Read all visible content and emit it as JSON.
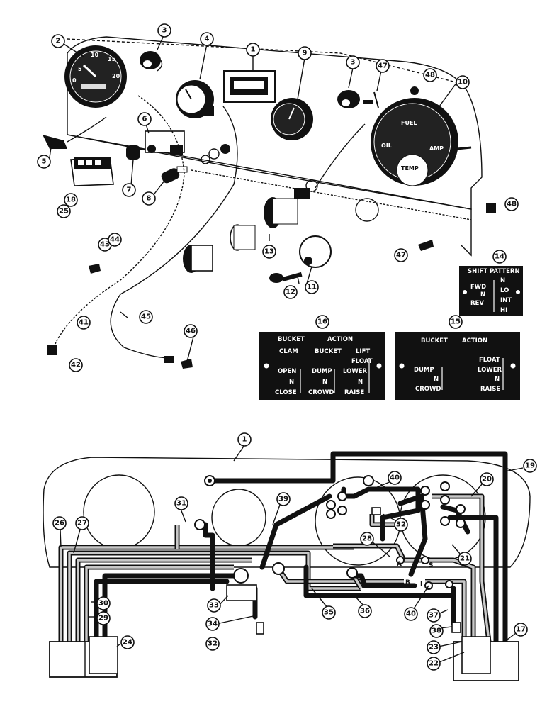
{
  "callouts": {
    "c1": "1",
    "c2": "2",
    "c3a": "3",
    "c3b": "3",
    "c4": "4",
    "c5": "5",
    "c6": "6",
    "c7": "7",
    "c8": "8",
    "c9": "9",
    "c10": "10",
    "c11": "11",
    "c12": "12",
    "c13": "13",
    "c14": "14",
    "c15": "15",
    "c16": "16",
    "c18": "18",
    "c25": "25",
    "c41": "41",
    "c42": "42",
    "c43": "43",
    "c44": "44",
    "c45": "45",
    "c46": "46",
    "c47a": "47",
    "c47b": "47",
    "c48a": "48",
    "c48b": "48",
    "b1": "1",
    "b17": "17",
    "b19": "19",
    "b20": "20",
    "b21": "21",
    "b22": "22",
    "b23": "23",
    "b24": "24",
    "b26": "26",
    "b27": "27",
    "b28": "28",
    "b29": "29",
    "b30": "30",
    "b31": "31",
    "b32a": "32",
    "b32b": "32",
    "b33": "33",
    "b34": "34",
    "b35": "35",
    "b36": "36",
    "b37": "37",
    "b38": "38",
    "b39": "39",
    "b40a": "40",
    "b40b": "40"
  },
  "gauges": {
    "fuel": "FUEL",
    "oil": "OIL",
    "amp": "AMP",
    "temp": "TEMP"
  },
  "shift_plate": {
    "title": "SHIFT PATTERN",
    "left": [
      "FWD",
      "N",
      "REV"
    ],
    "right": [
      "N",
      "LO",
      "INT",
      "HI"
    ]
  },
  "plate_16": {
    "header_left": "BUCKET",
    "header_right": "ACTION",
    "cols": [
      "CLAM",
      "BUCKET",
      "LIFT"
    ],
    "clam": [
      "OPEN",
      "N",
      "CLOSE"
    ],
    "bucket": [
      "DUMP",
      "N",
      "CROWD"
    ],
    "lift": [
      "FLOAT",
      "LOWER",
      "N",
      "RAISE"
    ]
  },
  "plate_15": {
    "header_left": "BUCKET",
    "header_right": "ACTION",
    "bucket": [
      "DUMP",
      "N",
      "CROWD"
    ],
    "lift": [
      "FLOAT",
      "LOWER",
      "N",
      "RAISE"
    ]
  },
  "switch_marks": {
    "a": "A",
    "s": "S",
    "b": "B",
    "i": "I"
  }
}
